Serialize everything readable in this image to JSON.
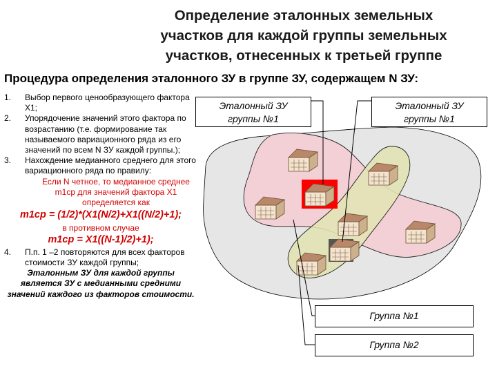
{
  "title": {
    "line1": "Определение эталонных земельных",
    "line2": "участков для каждой группы земельных",
    "line3": "участков, отнесенных к третьей группе"
  },
  "subtitle": "Процедура определения эталонного ЗУ в группе ЗУ, содержащем N ЗУ:",
  "steps": {
    "s1_num": "1.",
    "s1_text": "Выбор первого ценообразующего фактора Х1;",
    "s2_num": "2.",
    "s2_text": "Упорядочение значений этого фактора по возрастанию (т.е. формирование так называемого вариационного ряда из его значений по всем N ЗУ каждой группы.);",
    "s3_num": "3.",
    "s3_text": "Нахождение медианного среднего для этого вариационного ряда по правилу:",
    "rule_even": "Если N четное, то медианное среднее m1ср для значений фактора Х1 определяется как",
    "formula_even": "m1ср = (1/2)*(X1(N/2)+X1((N/2)+1);",
    "otherwise": "в противном случае",
    "formula_odd": "m1ср = X1((N-1)/2)+1);",
    "s4_num": "4.",
    "s4_text": "П.п. 1 –2 повторяются для всех факторов стоимости ЗУ каждой группы;",
    "conclusion": "Эталонным ЗУ для каждой группы является ЗУ с медианными средними значений каждого из факторов стоимости."
  },
  "diagram": {
    "box_left_line1": "Эталонный ЗУ",
    "box_left_line2": "группы №1",
    "box_right_line1": "Эталонный ЗУ",
    "box_right_line2": "группы №1",
    "group1": "Группа №1",
    "group2": "Группа №2"
  },
  "colors": {
    "outer_region": "#e6e6e6",
    "group1_fill": "#f2d0d6",
    "group2_fill": "#e2e3b4",
    "highlight": "#ff0000",
    "rule_text": "#d20000"
  }
}
